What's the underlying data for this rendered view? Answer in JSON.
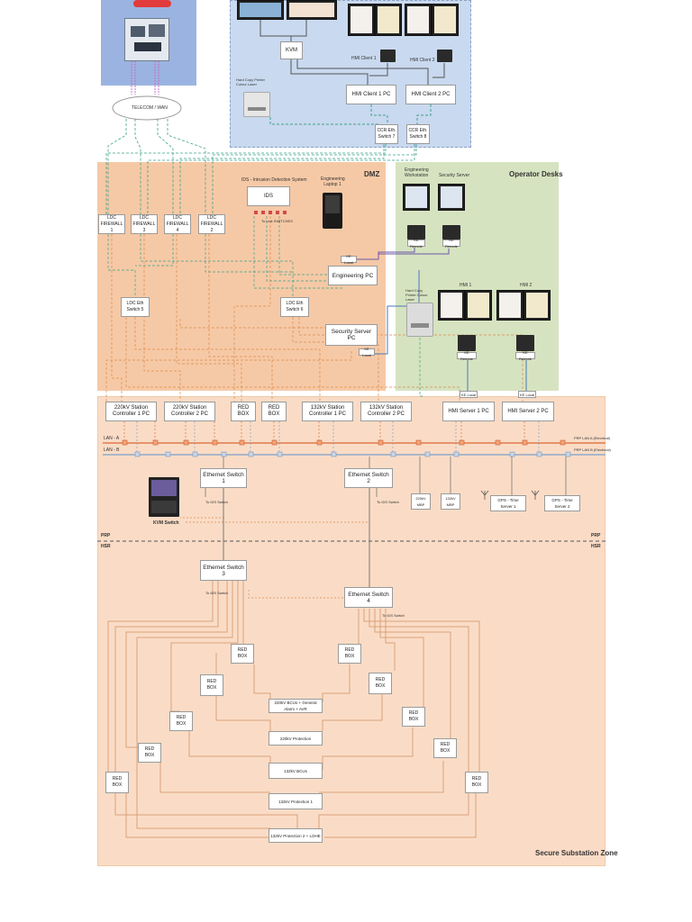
{
  "dmz": {
    "title": "DMZ"
  },
  "operator_desks": {
    "title": "Operator Desks"
  },
  "secure_zone": {
    "title": "Secure Substation Zone"
  },
  "telecom": {
    "label": "TELECOM / WAN"
  },
  "control_room": {
    "kvm": "KVM",
    "hmi_client_1": "HMI Client 1",
    "hmi_client_2": "HMI Client 2",
    "hmi_client_1_pc": "HMI Client 1 PC",
    "hmi_client_2_pc": "HMI Client 2 PC",
    "printer": "Hard Copy Printer Colour Laser",
    "ccr_switch_7": "CCR Eth. Switch 7",
    "ccr_switch_8": "CCR Eth. Switch 8"
  },
  "dmz_items": {
    "ids_title": "IDS - Intrusion Detection System",
    "ids": "IDS",
    "ids_note": "To Link SWITCHES",
    "eng_laptop": "Engineering Laptop 1",
    "firewalls": [
      "LDC FIREWALL 1",
      "LDC FIREWALL 3",
      "LDC FIREWALL 4",
      "LDC FIREWALL 2"
    ],
    "ldc_switch_5": "LDC Eth Switch 5",
    "ldc_switch_6": "LDC Eth Switch 6",
    "engineering_pc": "Engineering PC",
    "security_server_pc": "Security Server PC",
    "kvm_local_1": "KE Local",
    "kvm_local_2": "KE Local"
  },
  "operator_items": {
    "eng_workstation": "Engineering Workstation",
    "security_server": "Security Server",
    "hmi_1": "HMI 1",
    "hmi_2": "HMI 2",
    "printer": "Hard Copy Printer Colour Laser",
    "kvm_remote": "KE Remote",
    "kvm_local": "KE Local"
  },
  "station_row": [
    "220kV Station Controller 1 PC",
    "220kV Station Controller 2 PC",
    "RED BOX",
    "RED BOX",
    "132kV Station Controller 1 PC",
    "132kV Station Controller 2 PC",
    "HMI Server 1 PC",
    "HMI Server 2 PC"
  ],
  "lan": {
    "lan_a": "LAN - A",
    "lan_b": "LAN - B",
    "lan_a_right": "PRP LAN A (Electrical)",
    "lan_b_right": "PRP LAN B (Electrical)"
  },
  "prp_items": {
    "eth_switch_1": "Ethernet Switch 1",
    "eth_switch_2": "Ethernet Switch 2",
    "kvm_switch": "KVM Switch",
    "to_ids_1": "To IDS Switch",
    "to_ids_2": "To IDS Switch",
    "mbp_1": "220kV MBP",
    "mbp_2": "132kV MBP",
    "gps_1": "GPS - Time Server 1",
    "gps_2": "GPS - Time Server 2",
    "prp": "PRP",
    "hsr": "HSR"
  },
  "hsr_items": {
    "eth_switch_3": "Ethernet Switch 3",
    "eth_switch_4": "Ethernet Switch 4",
    "to_ids_3": "To IDS Switch",
    "to_ids_4": "To IDS Switch",
    "red_box": "RED BOX",
    "bay_220_general": "220kV BCUs + General Alarm + AVR",
    "prot_220": "220kV Protection",
    "bcu_132": "132kV BCUs",
    "prot_132_1": "132kV Protection 1",
    "prot_132_2": "132kV Protection 2 + LOHE"
  },
  "colors": {
    "control_room_bg": "#c9d9ef",
    "dmz_bg": "#f6c9a6",
    "operator_bg": "#d6e3c0",
    "secure_bg": "#fadcc6",
    "lan_a": "#e07b4a",
    "lan_b": "#8fa9c7",
    "ring": "#d9a27a",
    "green_link": "#3aa388",
    "orange_link": "#d98a4d"
  }
}
